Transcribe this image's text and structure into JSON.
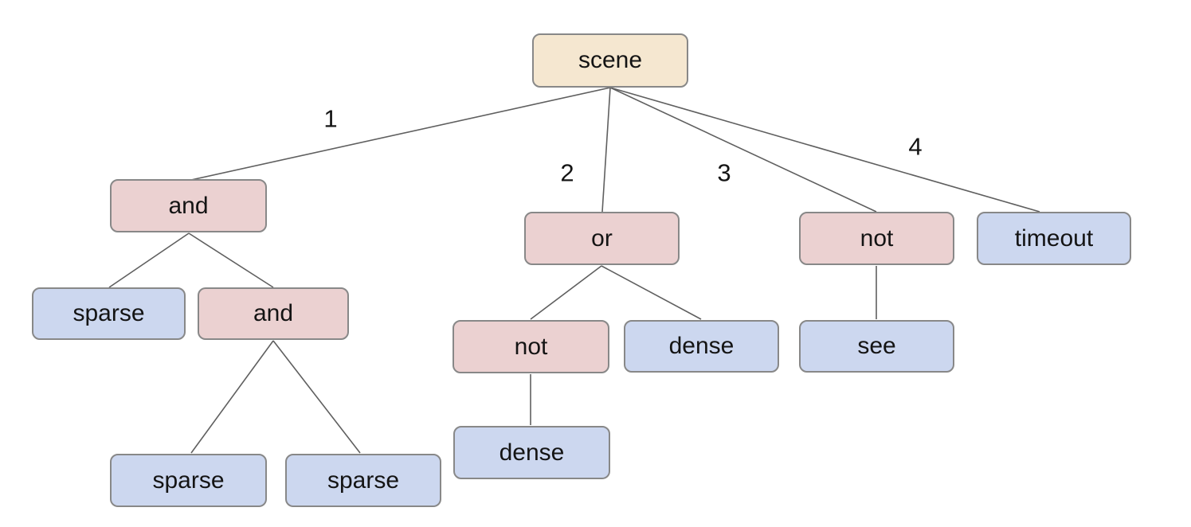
{
  "diagram_type": "behavior-expression tree",
  "colors": {
    "background": "#ffffff",
    "root_fill": "#f5e7d0",
    "operator_fill": "#ebd1d1",
    "leaf_fill": "#ccd7ef",
    "node_border": "#888888",
    "edge_line": "#5f5f5f",
    "text": "#141414"
  },
  "nodes": {
    "scene": {
      "label": "scene",
      "kind": "root"
    },
    "and1": {
      "label": "and",
      "kind": "operator"
    },
    "or1": {
      "label": "or",
      "kind": "operator"
    },
    "not1": {
      "label": "not",
      "kind": "operator"
    },
    "timeout": {
      "label": "timeout",
      "kind": "leaf"
    },
    "sparse1": {
      "label": "sparse",
      "kind": "leaf"
    },
    "and2": {
      "label": "and",
      "kind": "operator"
    },
    "not2": {
      "label": "not",
      "kind": "operator"
    },
    "dense1": {
      "label": "dense",
      "kind": "leaf"
    },
    "see1": {
      "label": "see",
      "kind": "leaf"
    },
    "sparse2": {
      "label": "sparse",
      "kind": "leaf"
    },
    "sparse3": {
      "label": "sparse",
      "kind": "leaf"
    },
    "dense2": {
      "label": "dense",
      "kind": "leaf"
    }
  },
  "edge_labels": {
    "branch1": "1",
    "branch2": "2",
    "branch3": "3",
    "branch4": "4"
  },
  "edges": [
    {
      "from": "scene",
      "to": "and1",
      "label": "1"
    },
    {
      "from": "scene",
      "to": "or1",
      "label": "2"
    },
    {
      "from": "scene",
      "to": "not1",
      "label": "3"
    },
    {
      "from": "scene",
      "to": "timeout",
      "label": "4"
    },
    {
      "from": "and1",
      "to": "sparse1",
      "label": ""
    },
    {
      "from": "and1",
      "to": "and2",
      "label": ""
    },
    {
      "from": "and2",
      "to": "sparse2",
      "label": ""
    },
    {
      "from": "and2",
      "to": "sparse3",
      "label": ""
    },
    {
      "from": "or1",
      "to": "not2",
      "label": ""
    },
    {
      "from": "or1",
      "to": "dense1",
      "label": ""
    },
    {
      "from": "not2",
      "to": "dense2",
      "label": ""
    },
    {
      "from": "not1",
      "to": "see1",
      "label": ""
    }
  ]
}
